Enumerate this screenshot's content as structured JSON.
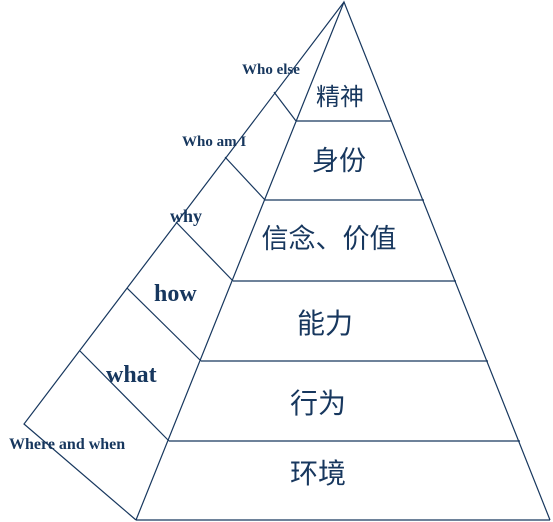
{
  "levels": [
    {
      "cn": "精神",
      "en": "Who else"
    },
    {
      "cn": "身份",
      "en": "Who am I"
    },
    {
      "cn": "信念、价值",
      "en": "why"
    },
    {
      "cn": "能力",
      "en": "how"
    },
    {
      "cn": "行为",
      "en": "what"
    },
    {
      "cn": "环境",
      "en": "Where and when"
    }
  ],
  "colors": {
    "line": "#17375e",
    "text": "#17375e",
    "background": "#ffffff"
  }
}
